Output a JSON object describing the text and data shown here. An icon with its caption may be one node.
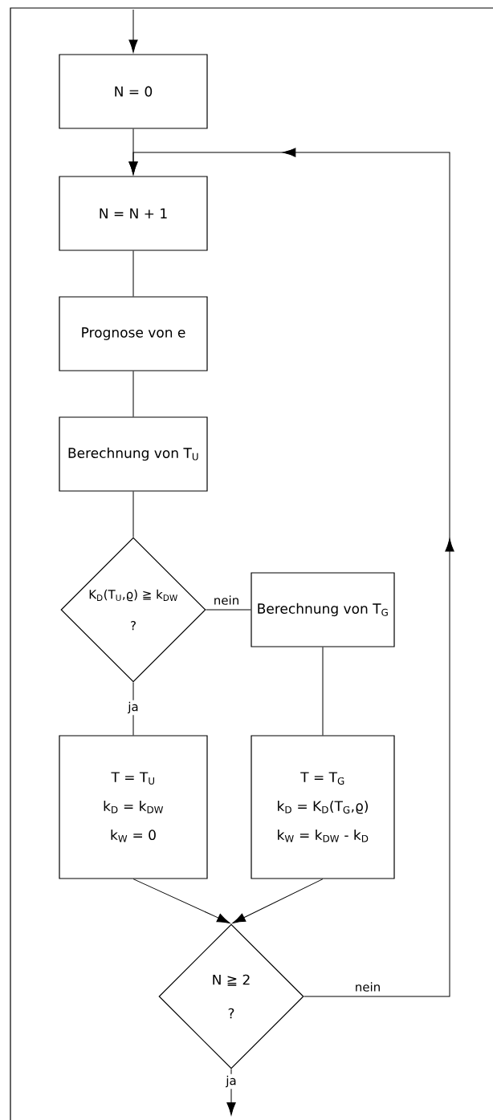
{
  "diagram": {
    "nodes": [
      {
        "text": [
          "N = 0"
        ]
      },
      {
        "text": [
          "N = N + 1"
        ]
      },
      {
        "text": [
          "Prognose von e"
        ]
      },
      {
        "text": [
          "Berechnung von T$_{U}$"
        ]
      },
      {
        "text": [
          "K$_{D}$(T$_{U}$,ϱ) ≧ k$_{DW}$",
          "?"
        ]
      },
      {
        "text": [
          "Berechnung von T$_{G}$"
        ]
      },
      {
        "text": [
          "T = T$_{U}$",
          "k$_{D}$ = k$_{DW}$",
          "k$_{W}$ = 0"
        ]
      },
      {
        "text": [
          "T = T$_{G}$",
          "k$_{D}$ = K$_{D}$(T$_{G}$,ϱ)",
          "k$_{W}$ = k$_{DW}$ - k$_{D}$"
        ]
      },
      {
        "text": [
          "N ≧ 2",
          "?"
        ]
      }
    ],
    "edges": [
      {
        "from": null,
        "to": 0,
        "arrow": "to"
      },
      {
        "from": 0,
        "to": 1,
        "arrow": "to"
      },
      {
        "from": 1,
        "to": 2,
        "arrow": "none"
      },
      {
        "from": 2,
        "to": 3,
        "arrow": "none"
      },
      {
        "from": 3,
        "to": 4,
        "arrow": "none"
      },
      {
        "from": 4,
        "to": 5,
        "arrow": "none",
        "label": "nein"
      },
      {
        "from": 4,
        "to": 6,
        "arrow": "none",
        "label": "ja"
      },
      {
        "from": 5,
        "to": 7,
        "arrow": "none"
      },
      {
        "from": 6,
        "to": 8,
        "arrow": "to"
      },
      {
        "from": 7,
        "to": 8,
        "arrow": "to"
      },
      {
        "from": 8,
        "to": 1,
        "arrow": "to",
        "label": "nein"
      },
      {
        "from": 8,
        "to": null,
        "arrow": "to",
        "label": "ja"
      }
    ]
  }
}
